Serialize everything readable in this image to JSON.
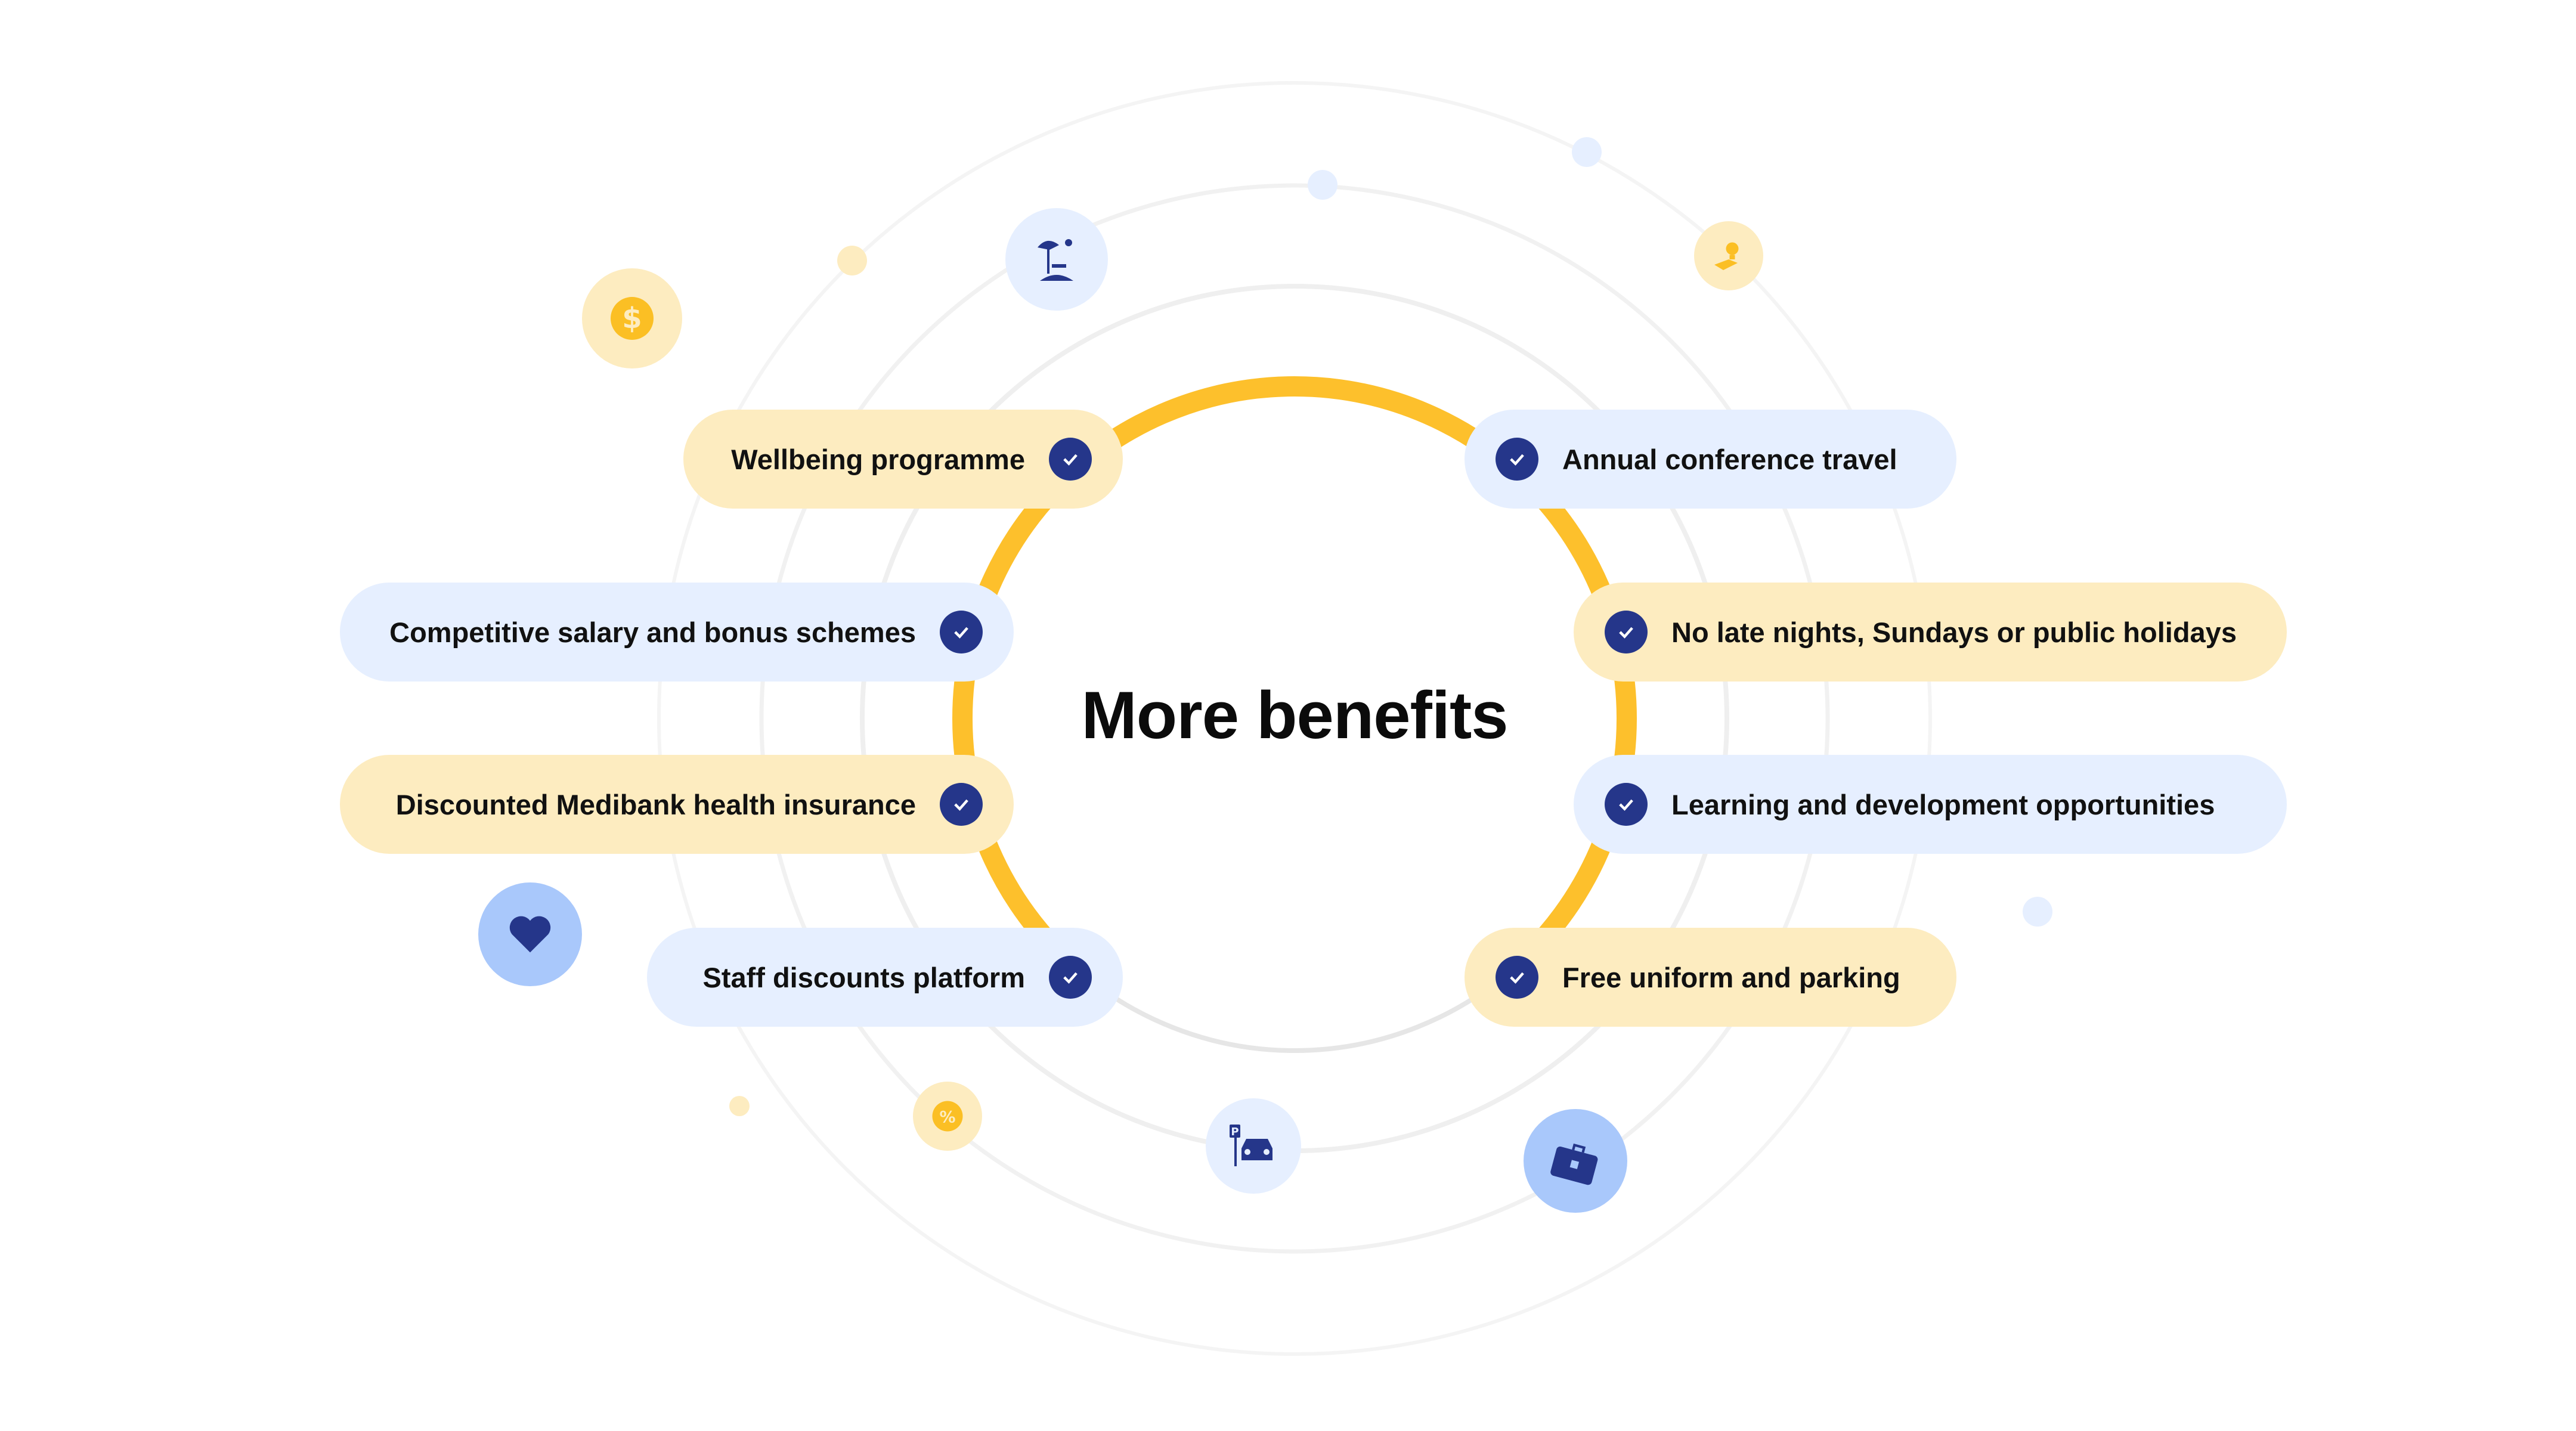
{
  "title": "More benefits",
  "benefits": [
    {
      "label": "Wellbeing programme",
      "side": "left",
      "tone": "yellow"
    },
    {
      "label": "Annual conference travel",
      "side": "right",
      "tone": "blue"
    },
    {
      "label": "Competitive salary and bonus schemes",
      "side": "left",
      "tone": "blue"
    },
    {
      "label": "No late nights, Sundays or public holidays",
      "side": "right",
      "tone": "yellow"
    },
    {
      "label": "Discounted Medibank health insurance",
      "side": "left",
      "tone": "yellow"
    },
    {
      "label": "Learning and development opportunities",
      "side": "right",
      "tone": "blue"
    },
    {
      "label": "Staff discounts platform",
      "side": "left",
      "tone": "blue"
    },
    {
      "label": "Free uniform and parking",
      "side": "right",
      "tone": "yellow"
    }
  ],
  "icons": [
    "dollar-icon",
    "beach-umbrella-icon",
    "idea-icon",
    "heart-icon",
    "percent-badge-icon",
    "parking-car-icon",
    "briefcase-icon"
  ],
  "colors": {
    "yellow_ring": "#fdc02c",
    "navy": "#25368a",
    "pill_yellow": "#fdecc0",
    "pill_blue": "#e6efff",
    "icon_blue": "#a9c8fb",
    "orbit": "#efefef"
  }
}
